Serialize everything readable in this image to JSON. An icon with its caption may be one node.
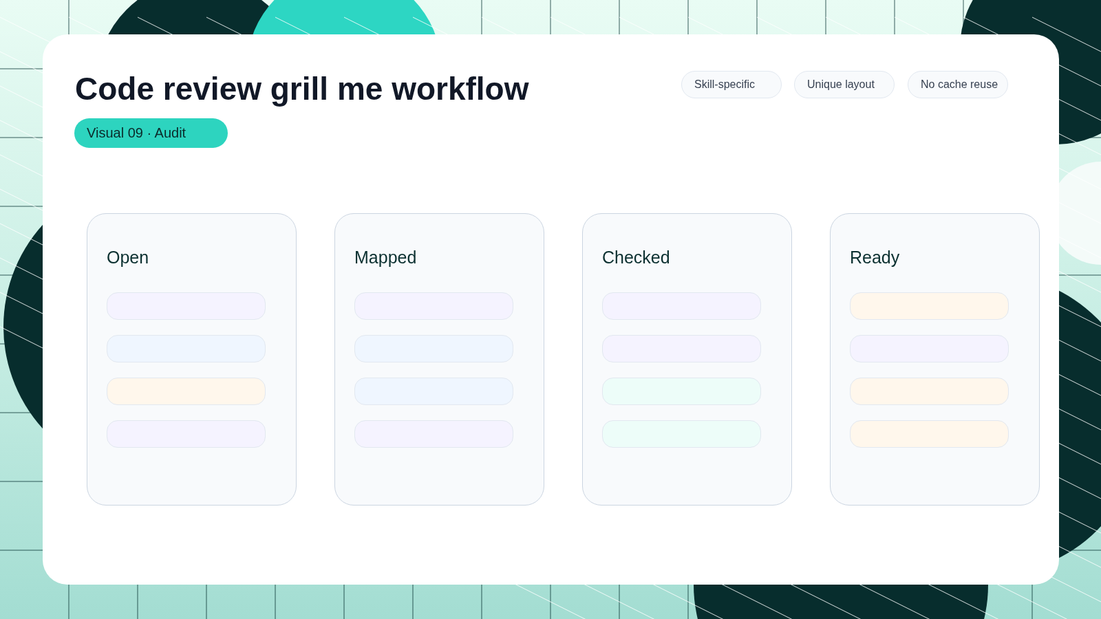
{
  "diagram": {
    "title": "Code review grill me workflow",
    "nodes": [
      {
        "text": [
          "Open"
        ]
      },
      {
        "text": [],
        "shape": "bar",
        "in": 0
      },
      {
        "text": [],
        "shape": "bar",
        "in": 0
      },
      {
        "text": [],
        "shape": "bar",
        "in": 0
      },
      {
        "text": [],
        "shape": "bar",
        "in": 0
      },
      {
        "text": [
          "Mapped"
        ]
      },
      {
        "text": [],
        "shape": "bar",
        "in": 5
      },
      {
        "text": [],
        "shape": "bar",
        "in": 5
      },
      {
        "text": [],
        "shape": "bar",
        "in": 5
      },
      {
        "text": [],
        "shape": "bar",
        "in": 5
      },
      {
        "text": [
          "Checked"
        ]
      },
      {
        "text": [],
        "shape": "bar",
        "in": 10
      },
      {
        "text": [],
        "shape": "bar",
        "in": 10
      },
      {
        "text": [],
        "shape": "bar",
        "in": 10
      },
      {
        "text": [],
        "shape": "bar",
        "in": 10
      },
      {
        "text": [
          "Ready"
        ]
      },
      {
        "text": [],
        "shape": "bar",
        "in": 15
      },
      {
        "text": [],
        "shape": "bar",
        "in": 15
      },
      {
        "text": [],
        "shape": "bar",
        "in": 15
      },
      {
        "text": [],
        "shape": "bar",
        "in": 15
      }
    ],
    "labels": [
      "Skill-specific",
      "Unique layout",
      "No cache reuse",
      "Visual 09 · Audit"
    ]
  }
}
